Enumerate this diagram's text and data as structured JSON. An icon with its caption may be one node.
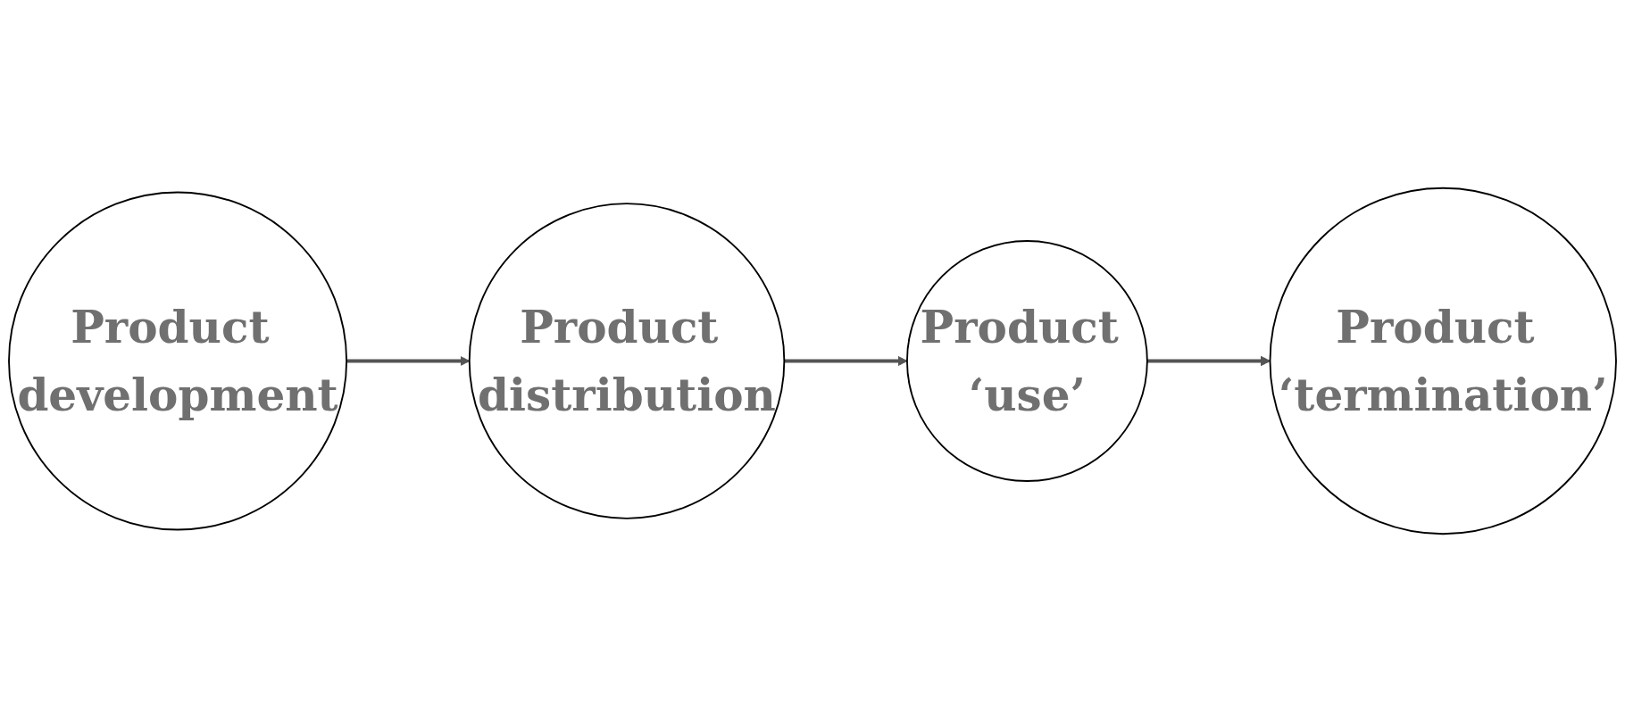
{
  "diagram": {
    "nodes": [
      {
        "text": [
          "Product development"
        ]
      },
      {
        "text": [
          "Product distribution"
        ]
      },
      {
        "text": [
          "Product ‘use’"
        ]
      },
      {
        "text": [
          "Product ‘termination’"
        ]
      }
    ],
    "edges": [
      {
        "from": 0,
        "to": 1,
        "arrow": "to"
      },
      {
        "from": 1,
        "to": 2,
        "arrow": "to"
      },
      {
        "from": 2,
        "to": 3,
        "arrow": "to"
      }
    ]
  }
}
